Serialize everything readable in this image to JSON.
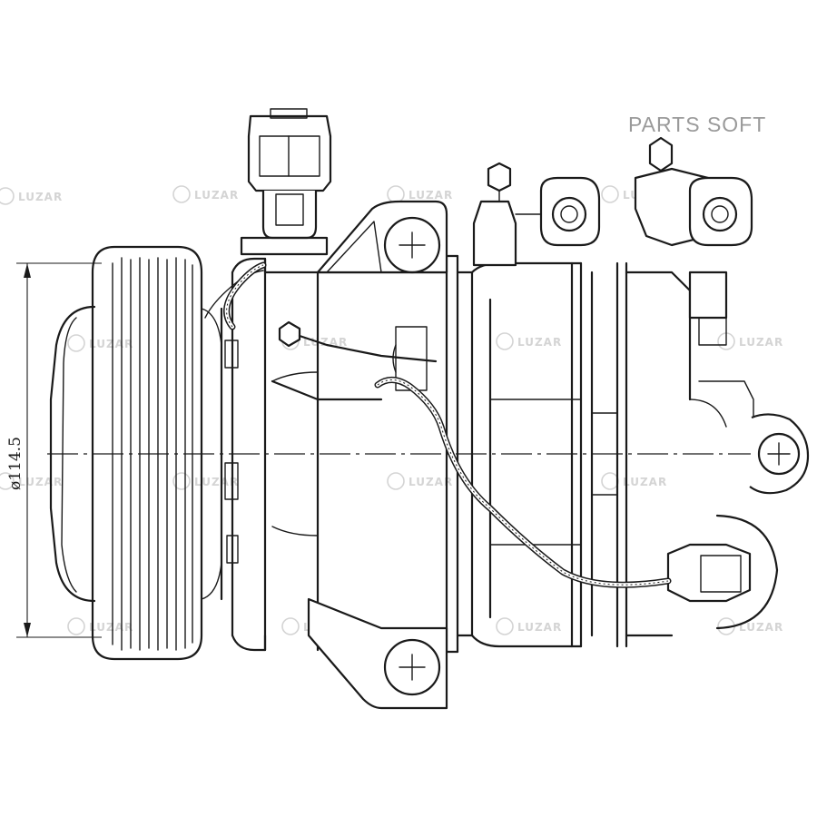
{
  "brand": {
    "text": "PARTS SOFT",
    "color": "#9a9a9a"
  },
  "dimension": {
    "label": "ø114.5"
  },
  "watermark": {
    "text": "LUZAR",
    "color": "#d4d4d4"
  },
  "drawing": {
    "line_color": "#1a1a1a",
    "background": "#ffffff"
  }
}
